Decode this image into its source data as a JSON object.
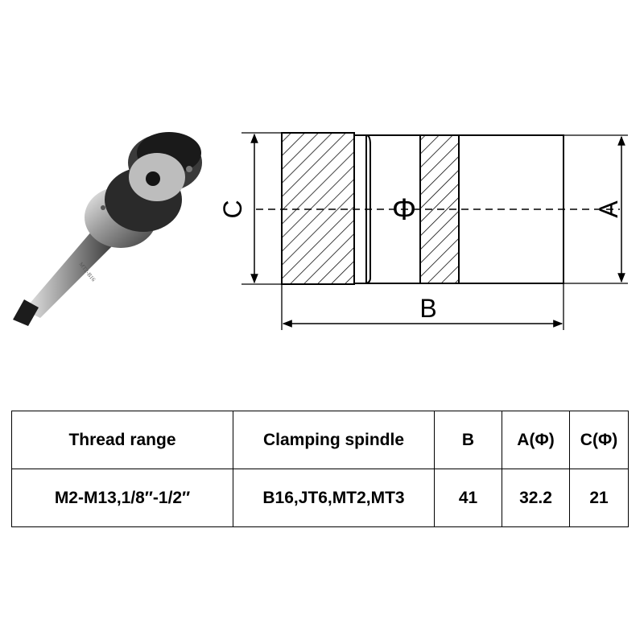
{
  "product": {
    "engraving": "MT2-B16"
  },
  "drawing": {
    "label_a": "A",
    "label_b": "B",
    "label_c": "C",
    "center_symbol": "Φ"
  },
  "table": {
    "headers": [
      "Thread range",
      "Clamping spindle",
      "B",
      "A(Φ)",
      "C(Φ)"
    ],
    "row": [
      "M2-M13,1/8″-1/2″",
      "B16,JT6,MT2,MT3",
      "41",
      "32.2",
      "21"
    ]
  }
}
